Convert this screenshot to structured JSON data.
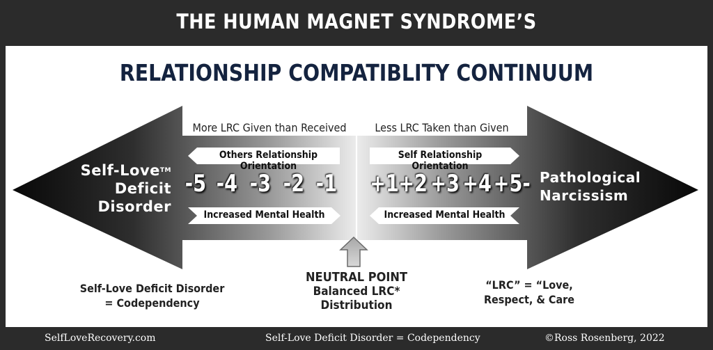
{
  "header": {
    "title": "THE HUMAN MAGNET SYNDROME’S"
  },
  "main": {
    "title": "RELATIONSHIP COMPATIBLITY CONTINUUM"
  },
  "arrow": {
    "left_top": "More LRC Given than Received",
    "right_top": "Less LRC Taken than Given",
    "left_orientation": "Others Relationship Orientation",
    "right_orientation": "Self Relationship Orientation",
    "left_health": "Increased Mental Health",
    "right_health": "Increased Mental Health",
    "left_end": {
      "line1": "Self-Love",
      "tm": "TM",
      "line2": "Deficit",
      "line3": "Disorder"
    },
    "right_end": {
      "line1": "Pathological",
      "line2": "Narcissism"
    },
    "negatives": [
      "-5",
      "-4",
      "-3",
      "-2",
      "-1"
    ],
    "positives": [
      "+1",
      "+2",
      "+3",
      "+4",
      "+5-"
    ]
  },
  "neutral": {
    "line1": "NEUTRAL POINT",
    "line2": "Balanced LRC*",
    "line3": "Distribution"
  },
  "notes": {
    "left_line1": "Self-Love Deficit Disorder",
    "left_line2": "= Codependency",
    "right_line1": "“LRC” = “Love,",
    "right_line2": "Respect, & Care"
  },
  "footer": {
    "left": "SelfLoveRecovery.com",
    "center": "Self-Love Deficit Disorder = Codependency",
    "right": "©Ross Rosenberg, 2022"
  },
  "colors": {
    "title_navy": "#14233f",
    "dark": "#2b2b2b"
  }
}
